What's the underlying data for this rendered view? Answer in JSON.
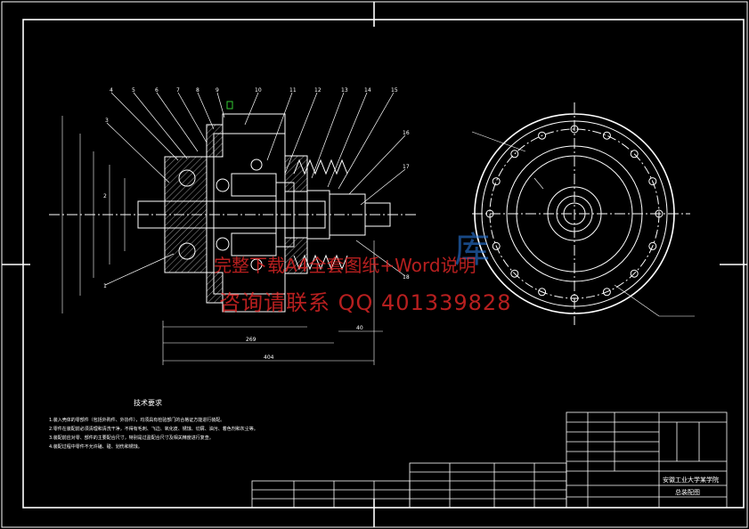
{
  "watermark": {
    "line1": "完整下载A4全套图纸+Word说明",
    "line2": "咨询请联系  QQ 401339828",
    "logo_glyph": "库"
  },
  "drawing": {
    "balloons": [
      "4",
      "5",
      "6",
      "7",
      "8",
      "9",
      "10",
      "11",
      "12",
      "13",
      "14",
      "15",
      "16",
      "17",
      "18",
      "1",
      "2",
      "3"
    ],
    "dims": {
      "overall": "404",
      "middle": "269",
      "right_len": "40"
    },
    "tech_req": {
      "title": "技术要求",
      "lines": [
        "1.装入壳体的零部件（包括外购件、外协件），均须具有检验部门的合格证方能进行装配。",
        "2.零件在装配前必须清理和清洗干净，不得有毛刺、飞边、氧化皮、锈蚀、切屑、油污、着色剂和灰尘等。",
        "3.装配前应对零、部件的主要配合尺寸，特别是过盈配合尺寸及相关精度进行复查。",
        "4.装配过程中零件不允许磕、碰、划伤和锈蚀。"
      ]
    },
    "title_block": {
      "school": "安徽工业大学某学院",
      "drawing_name": "总装配图"
    }
  },
  "colors": {
    "line": "#ffffff",
    "watermark": "#eb2828",
    "logo": "#2878dc",
    "accent_green": "#33cc33"
  }
}
